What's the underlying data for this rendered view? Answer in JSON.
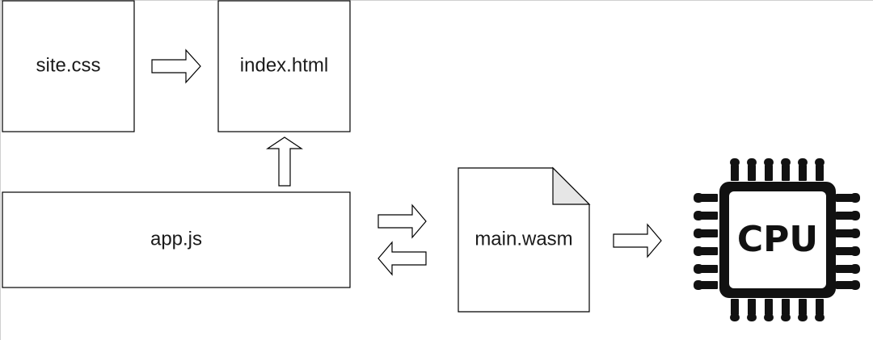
{
  "nodes": {
    "site_css": "site.css",
    "index_html": "index.html",
    "app_js": "app.js",
    "main_wasm": "main.wasm",
    "cpu": "CPU"
  },
  "colors": {
    "stroke": "#000000",
    "fill": "#ffffff",
    "text": "#1a1a1a",
    "chip": "#111111"
  }
}
